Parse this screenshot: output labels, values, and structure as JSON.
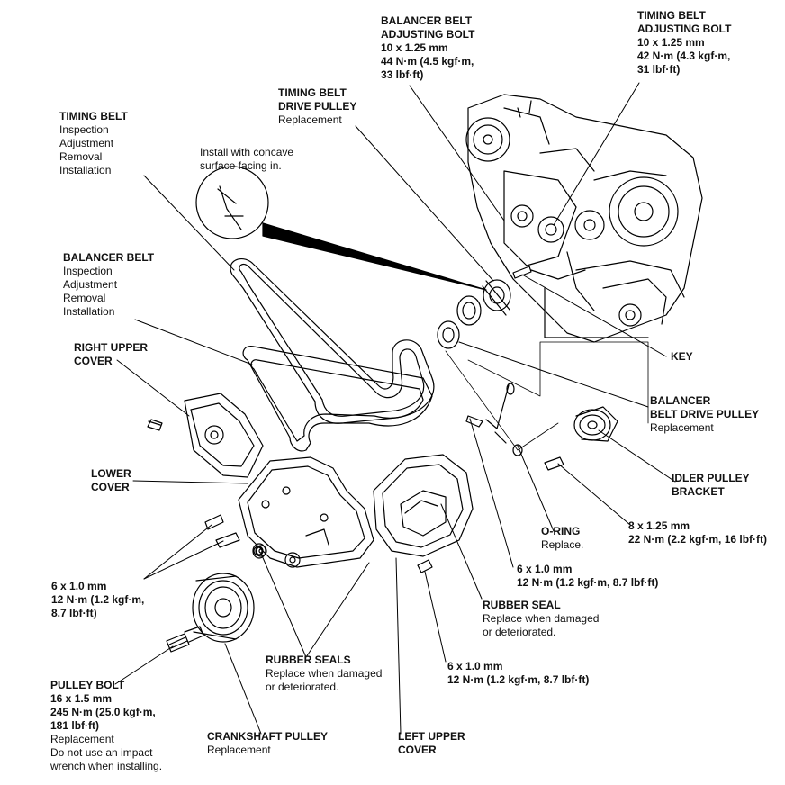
{
  "labels": {
    "balancer_adj_bolt": [
      "BALANCER BELT",
      "ADJUSTING BOLT",
      "10 x 1.25 mm",
      "44 N·m (4.5 kgf·m,",
      "33 lbf·ft)"
    ],
    "timing_adj_bolt": [
      "TIMING BELT",
      "ADJUSTING BOLT",
      "10 x 1.25 mm",
      "42 N·m (4.3 kgf·m,",
      "31 lbf·ft)"
    ],
    "timing_drive_pulley": [
      "TIMING BELT",
      "DRIVE PULLEY",
      "Replacement"
    ],
    "timing_belt": [
      "TIMING BELT",
      "Inspection",
      "Adjustment",
      "Removal",
      "Installation"
    ],
    "install_note": [
      "Install with concave",
      "surface facing in."
    ],
    "balancer_belt": [
      "BALANCER BELT",
      "Inspection",
      "Adjustment",
      "Removal",
      "Installation"
    ],
    "right_upper_cover": [
      "RIGHT UPPER",
      "COVER"
    ],
    "key": [
      "KEY"
    ],
    "balancer_drive_pulley": [
      "BALANCER",
      "BELT DRIVE PULLEY",
      "Replacement"
    ],
    "lower_cover": [
      "LOWER",
      "COVER"
    ],
    "idler_bracket": [
      "IDLER PULLEY",
      "BRACKET"
    ],
    "o_ring": [
      "O-RING",
      "Replace."
    ],
    "bolt_8x125": [
      "8 x 1.25 mm",
      "22 N·m (2.2 kgf·m, 16 lbf·ft)"
    ],
    "bolt_6x10_left": [
      "6 x 1.0 mm",
      "12 N·m (1.2 kgf·m,",
      "8.7 lbf·ft)"
    ],
    "bolt_6x10_mid": [
      "6 x 1.0 mm",
      "12 N·m (1.2 kgf·m, 8.7 lbf·ft)"
    ],
    "rubber_seal": [
      "RUBBER SEAL",
      "Replace when damaged",
      "or deteriorated."
    ],
    "rubber_seals": [
      "RUBBER SEALS",
      "Replace when damaged",
      "or deteriorated."
    ],
    "bolt_6x10_bottom": [
      "6 x 1.0 mm",
      "12 N·m (1.2 kgf·m, 8.7 lbf·ft)"
    ],
    "pulley_bolt": [
      "PULLEY BOLT",
      "16 x 1.5 mm",
      "245 N·m (25.0 kgf·m,",
      "181 lbf·ft)",
      "Replacement",
      "Do not use an impact",
      "wrench when installing."
    ],
    "crankshaft_pulley": [
      "CRANKSHAFT PULLEY",
      "Replacement"
    ],
    "left_upper_cover": [
      "LEFT UPPER",
      "COVER"
    ]
  }
}
